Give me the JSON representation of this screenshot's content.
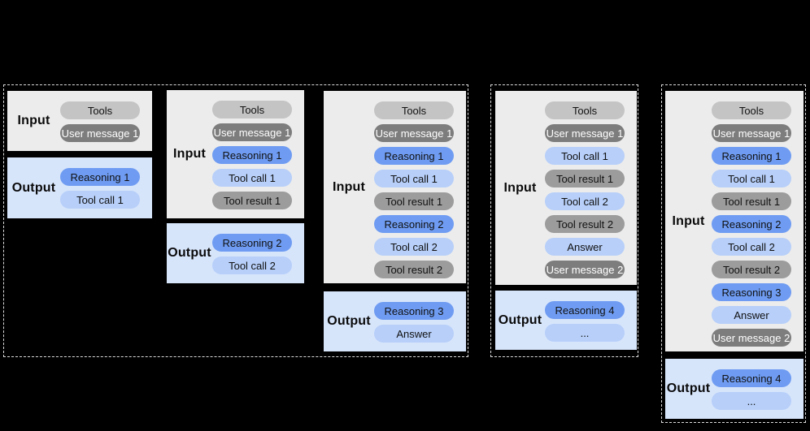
{
  "background_color": "#000000",
  "palette": {
    "input_panel_bg": "#ececec",
    "output_panel_bg": "#d7e5fb",
    "pill_tools_bg": "#c4c4c4",
    "pill_user_message_bg": "#7d7d7d",
    "pill_user_message_text": "#ffffff",
    "pill_tool_result_bg": "#9c9c9c",
    "pill_reasoning_bg": "#6f9cf2",
    "pill_tool_call_bg": "#b7cff9",
    "pill_text": "#111111",
    "dashed_border": "#dcdcdc"
  },
  "columns": [
    {
      "input_label": "Input",
      "output_label": "Output",
      "input_pills": [
        {
          "type": "tools",
          "label": "Tools"
        },
        {
          "type": "user",
          "label": "User message 1"
        }
      ],
      "output_pills": [
        {
          "type": "reasoning",
          "label": "Reasoning 1"
        },
        {
          "type": "call",
          "label": "Tool call 1"
        }
      ]
    },
    {
      "input_label": "Input",
      "output_label": "Output",
      "input_pills": [
        {
          "type": "tools",
          "label": "Tools"
        },
        {
          "type": "user",
          "label": "User message 1"
        },
        {
          "type": "reasoning",
          "label": "Reasoning 1"
        },
        {
          "type": "call",
          "label": "Tool call 1"
        },
        {
          "type": "result",
          "label": "Tool result 1"
        }
      ],
      "output_pills": [
        {
          "type": "reasoning",
          "label": "Reasoning 2"
        },
        {
          "type": "call",
          "label": "Tool call 2"
        }
      ]
    },
    {
      "input_label": "Input",
      "output_label": "Output",
      "input_pills": [
        {
          "type": "tools",
          "label": "Tools"
        },
        {
          "type": "user",
          "label": "User message 1"
        },
        {
          "type": "reasoning",
          "label": "Reasoning 1"
        },
        {
          "type": "call",
          "label": "Tool call 1"
        },
        {
          "type": "result",
          "label": "Tool result 1"
        },
        {
          "type": "reasoning",
          "label": "Reasoning 2"
        },
        {
          "type": "call",
          "label": "Tool call 2"
        },
        {
          "type": "result",
          "label": "Tool result 2"
        }
      ],
      "output_pills": [
        {
          "type": "reasoning",
          "label": "Reasoning 3"
        },
        {
          "type": "call",
          "label": "Answer"
        }
      ]
    },
    {
      "input_label": "Input",
      "output_label": "Output",
      "input_pills": [
        {
          "type": "tools",
          "label": "Tools"
        },
        {
          "type": "user",
          "label": "User message 1"
        },
        {
          "type": "call",
          "label": "Tool call 1"
        },
        {
          "type": "result",
          "label": "Tool result 1"
        },
        {
          "type": "call",
          "label": "Tool call 2"
        },
        {
          "type": "result",
          "label": "Tool result 2"
        },
        {
          "type": "call",
          "label": "Answer"
        },
        {
          "type": "user",
          "label": "User message 2"
        }
      ],
      "output_pills": [
        {
          "type": "reasoning",
          "label": "Reasoning 4"
        },
        {
          "type": "call",
          "label": "..."
        }
      ]
    },
    {
      "input_label": "Input",
      "output_label": "Output",
      "input_pills": [
        {
          "type": "tools",
          "label": "Tools"
        },
        {
          "type": "user",
          "label": "User message 1"
        },
        {
          "type": "reasoning",
          "label": "Reasoning 1"
        },
        {
          "type": "call",
          "label": "Tool call 1"
        },
        {
          "type": "result",
          "label": "Tool result 1"
        },
        {
          "type": "reasoning",
          "label": "Reasoning 2"
        },
        {
          "type": "call",
          "label": "Tool call 2"
        },
        {
          "type": "result",
          "label": "Tool result 2"
        },
        {
          "type": "reasoning",
          "label": "Reasoning 3"
        },
        {
          "type": "call",
          "label": "Answer"
        },
        {
          "type": "user",
          "label": "User message 2"
        }
      ],
      "output_pills": [
        {
          "type": "reasoning",
          "label": "Reasoning 4"
        },
        {
          "type": "call",
          "label": "..."
        }
      ]
    }
  ]
}
